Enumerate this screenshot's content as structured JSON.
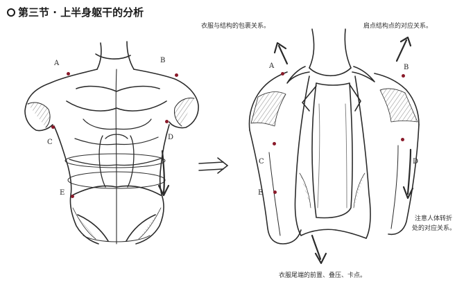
{
  "header": {
    "title": "第三节 · 上半身躯干的分析"
  },
  "notes": {
    "wrap": "衣服与结构的包裹关系。",
    "shoulder": "肩点结构点的对应关系。",
    "attention_line1": "注意人体转折",
    "attention_line2": "处的对应关系。",
    "hem": "衣服尾端的前置、叠压、卡点。"
  },
  "labels": {
    "a": "A",
    "b": "B",
    "c": "C",
    "d": "D",
    "e": "E"
  },
  "colors": {
    "dot": "#8a1a2a",
    "sketch": "#2a2a2a",
    "shade": "#9a9a9a"
  }
}
